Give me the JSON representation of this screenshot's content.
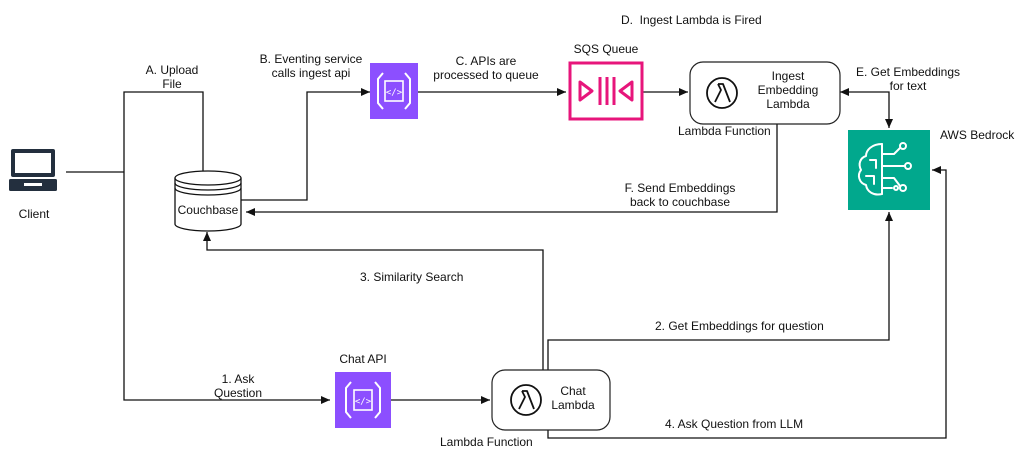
{
  "labels": {
    "upload_file": "A. Upload\nFile",
    "eventing": "B. Eventing service\ncalls ingest api",
    "apis_processed": "C. APIs are\nprocessed to queue",
    "ingest_fired": "D.  Ingest Lambda is Fired",
    "get_embeddings_text": "E. Get Embeddings\nfor text",
    "send_embeddings": "F. Send Embeddings\nback to couchbase",
    "similarity_search": "3. Similarity Search",
    "get_embeddings_question": "2. Get Embeddings for question",
    "ask_question_llm": "4. Ask Question from LLM",
    "ask_question": "1. Ask\nQuestion"
  },
  "nodes": {
    "client": "Client",
    "couchbase": "Couchbase",
    "sqs_queue": "SQS Queue",
    "ingest_lambda": "Ingest\nEmbedding\nLambda",
    "ingest_lambda_caption": "Lambda Function",
    "aws_bedrock": "AWS Bedrock",
    "chat_api": "Chat API",
    "chat_lambda": "Chat\nLambda",
    "chat_lambda_caption": "Lambda Function"
  },
  "colors": {
    "api_gateway": "#8c4fff",
    "sqs": "#e7157b",
    "bedrock": "#01a88d",
    "line": "#111111"
  },
  "icons": {
    "client": "laptop-icon",
    "couchbase": "database-cylinder-icon",
    "api": "api-gateway-icon",
    "sqs": "sqs-queue-icon",
    "lambda": "lambda-icon",
    "bedrock": "bedrock-brain-icon"
  }
}
